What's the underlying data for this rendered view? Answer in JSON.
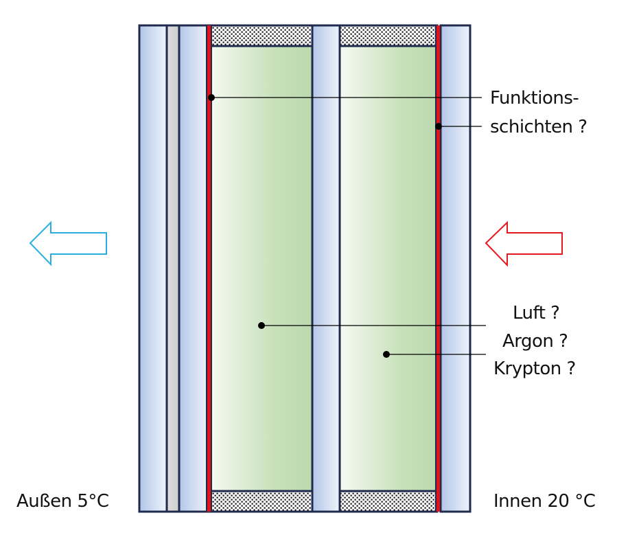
{
  "title": "Dreifach-Isolierverglasung Querschnitt",
  "colors": {
    "frame": "#1f2a4d",
    "glass_light": "#eef3fb",
    "glass_dark": "#b3c6e8",
    "laminate_gray": "#d6d6d6",
    "gas_light": "#f4f9ef",
    "gas_dark": "#bfdcb0",
    "coating_red": "#e0141a",
    "arrow_cold": "#29aee0",
    "arrow_warm": "#e5171f"
  },
  "labels": {
    "coatings_line1": "Funktions-",
    "coatings_line2": "schichten ?",
    "gas_line1": "Luft ?",
    "gas_line2": "Argon ?",
    "gas_line3": "Krypton ?",
    "outside": "Außen 5°C",
    "inside": "Innen 20 °C"
  },
  "layers": [
    {
      "name": "outer-glass-pane",
      "type": "glass"
    },
    {
      "name": "laminate-interlayer",
      "type": "laminate"
    },
    {
      "name": "laminate-glass-pane",
      "type": "glass"
    },
    {
      "name": "functional-coating-1",
      "type": "coating"
    },
    {
      "name": "gas-cavity-1",
      "type": "gas"
    },
    {
      "name": "middle-glass-pane",
      "type": "glass"
    },
    {
      "name": "gas-cavity-2",
      "type": "gas"
    },
    {
      "name": "functional-coating-2",
      "type": "coating"
    },
    {
      "name": "inner-glass-pane",
      "type": "glass"
    }
  ],
  "heat_flow": {
    "direction": "inside-to-outside",
    "arrows": [
      "cold-side-arrow",
      "warm-side-arrow"
    ]
  }
}
